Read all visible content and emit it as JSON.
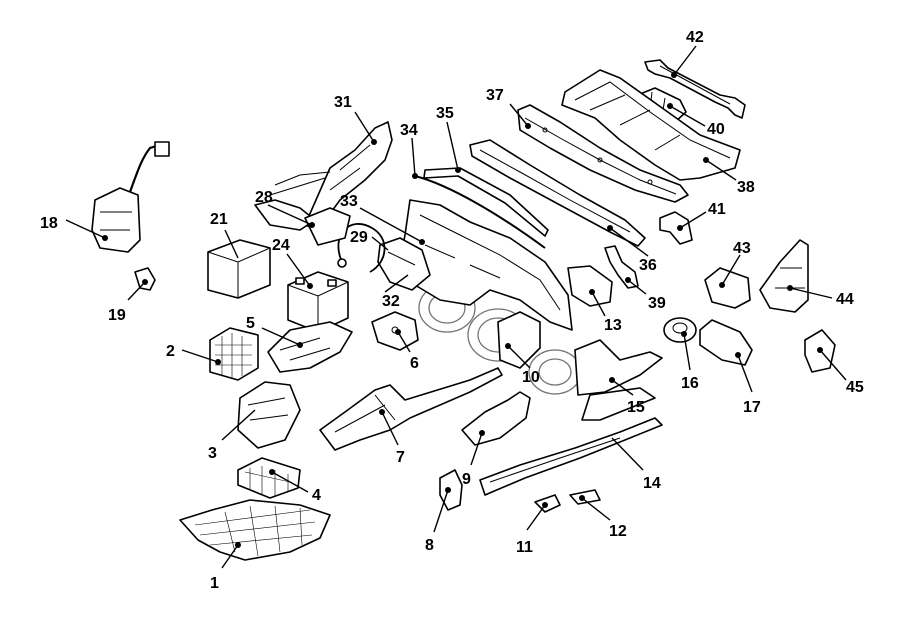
{
  "callouts": [
    {
      "id": "1",
      "text": "1"
    },
    {
      "id": "2",
      "text": "2"
    },
    {
      "id": "3",
      "text": "3"
    },
    {
      "id": "4",
      "text": "4"
    },
    {
      "id": "5",
      "text": "5"
    },
    {
      "id": "6",
      "text": "6"
    },
    {
      "id": "7",
      "text": "7"
    },
    {
      "id": "8",
      "text": "8"
    },
    {
      "id": "9",
      "text": "9"
    },
    {
      "id": "10",
      "text": "10"
    },
    {
      "id": "11",
      "text": "11"
    },
    {
      "id": "12",
      "text": "12"
    },
    {
      "id": "13",
      "text": "13"
    },
    {
      "id": "14",
      "text": "14"
    },
    {
      "id": "15",
      "text": "15"
    },
    {
      "id": "16",
      "text": "16"
    },
    {
      "id": "17",
      "text": "17"
    },
    {
      "id": "18",
      "text": "18"
    },
    {
      "id": "19",
      "text": "19"
    },
    {
      "id": "21",
      "text": "21"
    },
    {
      "id": "24",
      "text": "24"
    },
    {
      "id": "28",
      "text": "28"
    },
    {
      "id": "29",
      "text": "29"
    },
    {
      "id": "31",
      "text": "31"
    },
    {
      "id": "32",
      "text": "32"
    },
    {
      "id": "33",
      "text": "33"
    },
    {
      "id": "34",
      "text": "34"
    },
    {
      "id": "35",
      "text": "35"
    },
    {
      "id": "36",
      "text": "36"
    },
    {
      "id": "37",
      "text": "37"
    },
    {
      "id": "38",
      "text": "38"
    },
    {
      "id": "39",
      "text": "39"
    },
    {
      "id": "40",
      "text": "40"
    },
    {
      "id": "41",
      "text": "41"
    },
    {
      "id": "42",
      "text": "42"
    },
    {
      "id": "43",
      "text": "43"
    },
    {
      "id": "44",
      "text": "44"
    },
    {
      "id": "45",
      "text": "45"
    }
  ],
  "colors": {
    "line": "#000000",
    "background": "#ffffff"
  }
}
